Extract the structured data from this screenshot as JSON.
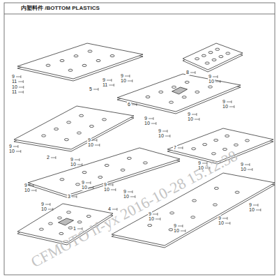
{
  "diagram": {
    "title": "内塑料件 /BOTTOM PLASTICS",
    "labels": [
      "9",
      "11",
      "10",
      "11",
      "5",
      "9",
      "11",
      "9",
      "10",
      "8",
      "9",
      "10",
      "6",
      "9",
      "10",
      "9",
      "10",
      "9",
      "10",
      "9",
      "10",
      "9",
      "10",
      "2",
      "9",
      "10",
      "9",
      "10",
      "7",
      "9",
      "10",
      "9",
      "10",
      "3",
      "9",
      "10",
      "9",
      "10",
      "9",
      "10",
      "9",
      "10",
      "9",
      "10",
      "1",
      "4",
      "9",
      "10",
      "9",
      "10",
      "9",
      "10",
      "9",
      "10",
      "CFMOTO lf-yx 2016-10-28 15:12:38"
    ]
  }
}
